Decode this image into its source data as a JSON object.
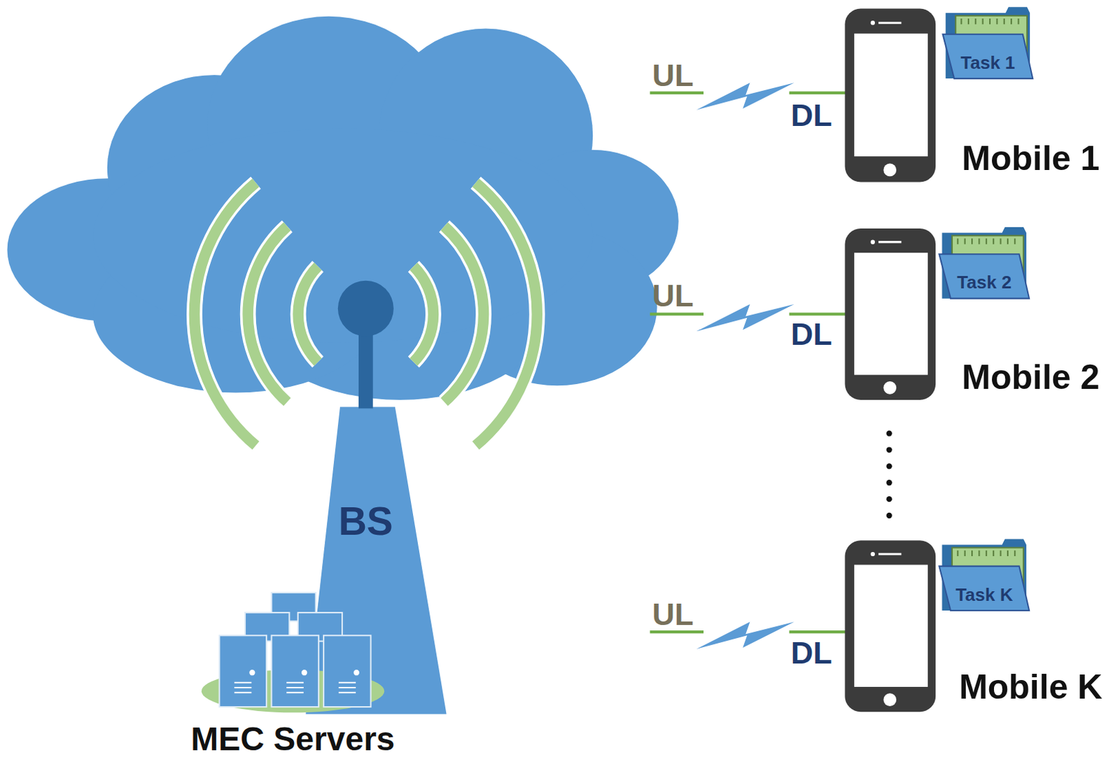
{
  "diagram": {
    "nodes": [
      {
        "text": [
          "BS"
        ]
      },
      {
        "text": [
          "MEC Servers"
        ]
      },
      {
        "text": [
          "Task 1"
        ]
      },
      {
        "text": [
          "Mobile 1"
        ]
      },
      {
        "text": [
          "Task 2"
        ]
      },
      {
        "text": [
          "Mobile 2"
        ]
      },
      {
        "text": [
          "Task K"
        ]
      },
      {
        "text": [
          "Mobile K"
        ]
      }
    ],
    "labels": [
      "UL",
      "DL",
      "UL",
      "DL",
      "UL",
      "DL"
    ]
  }
}
